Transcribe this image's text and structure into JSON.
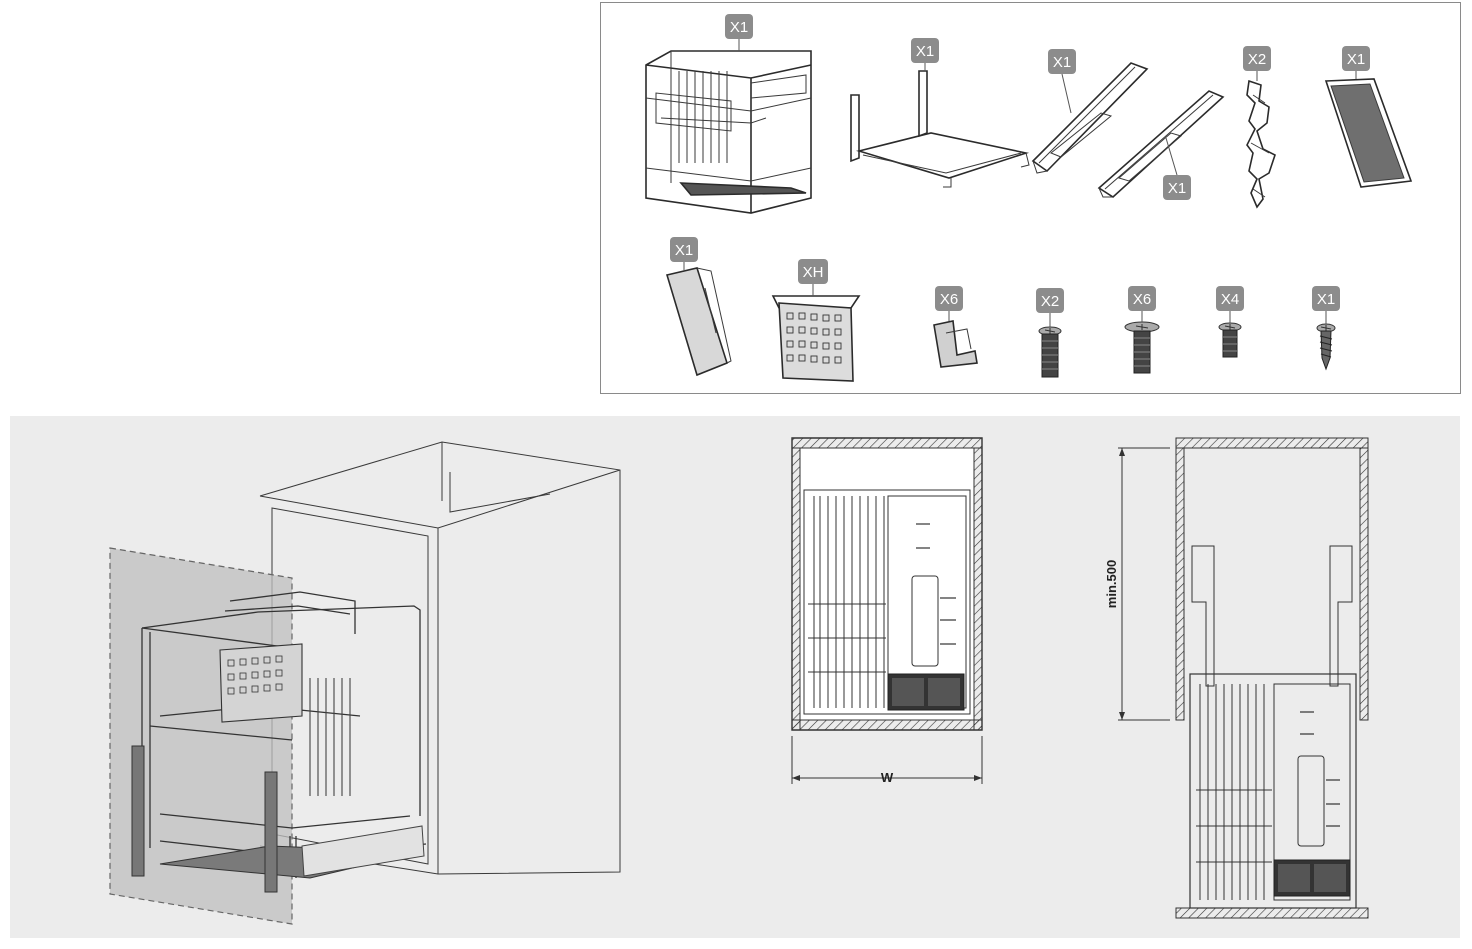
{
  "parts": [
    {
      "id": "basket-frame",
      "qty": "X1"
    },
    {
      "id": "mounting-frame",
      "qty": "X1"
    },
    {
      "id": "slide-left",
      "qty": "X1"
    },
    {
      "id": "slide-right",
      "qty": "X1"
    },
    {
      "id": "z-bracket",
      "qty": "X2"
    },
    {
      "id": "tray",
      "qty": "X1"
    },
    {
      "id": "block",
      "qty": "X1"
    },
    {
      "id": "cutlery-basket",
      "qty": "XH"
    },
    {
      "id": "clip",
      "qty": "X6"
    },
    {
      "id": "long-screw",
      "qty": "X2"
    },
    {
      "id": "flange-screw",
      "qty": "X6"
    },
    {
      "id": "short-screw",
      "qty": "X4"
    },
    {
      "id": "wood-screw",
      "qty": "X1"
    }
  ],
  "dimensions": {
    "width_label": "W",
    "depth_label": "min.500"
  },
  "colors": {
    "badge": "#8c8c8c",
    "panel_bg": "#ececec",
    "line": "#2b2b2b"
  }
}
